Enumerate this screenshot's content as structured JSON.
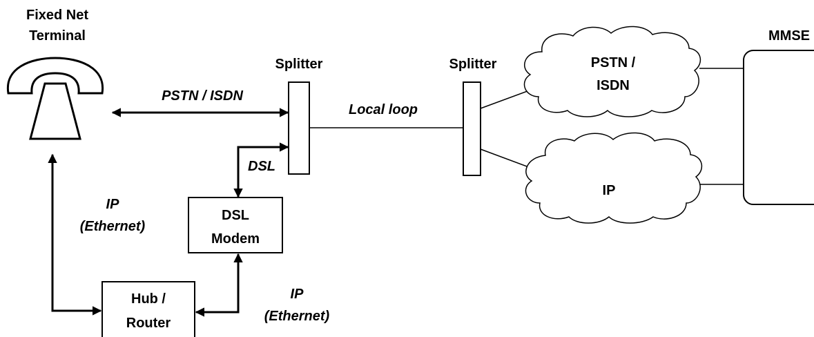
{
  "terminal": {
    "title_line1": "Fixed Net",
    "title_line2": "Terminal"
  },
  "splitter_left": {
    "label": "Splitter"
  },
  "splitter_right": {
    "label": "Splitter"
  },
  "links": {
    "pstn_isdn": "PSTN / ISDN",
    "local_loop": "Local loop",
    "dsl": "DSL",
    "ip_ethernet_left_line1": "IP",
    "ip_ethernet_left_line2": "(Ethernet)",
    "ip_ethernet_right_line1": "IP",
    "ip_ethernet_right_line2": "(Ethernet)"
  },
  "dsl_modem": {
    "line1": "DSL",
    "line2": "Modem"
  },
  "hub_router": {
    "line1": "Hub /",
    "line2": "Router"
  },
  "cloud_pstn": {
    "line1": "PSTN /",
    "line2": "ISDN"
  },
  "cloud_ip": {
    "line1": "IP"
  },
  "mmse": {
    "label": "MMSE"
  }
}
